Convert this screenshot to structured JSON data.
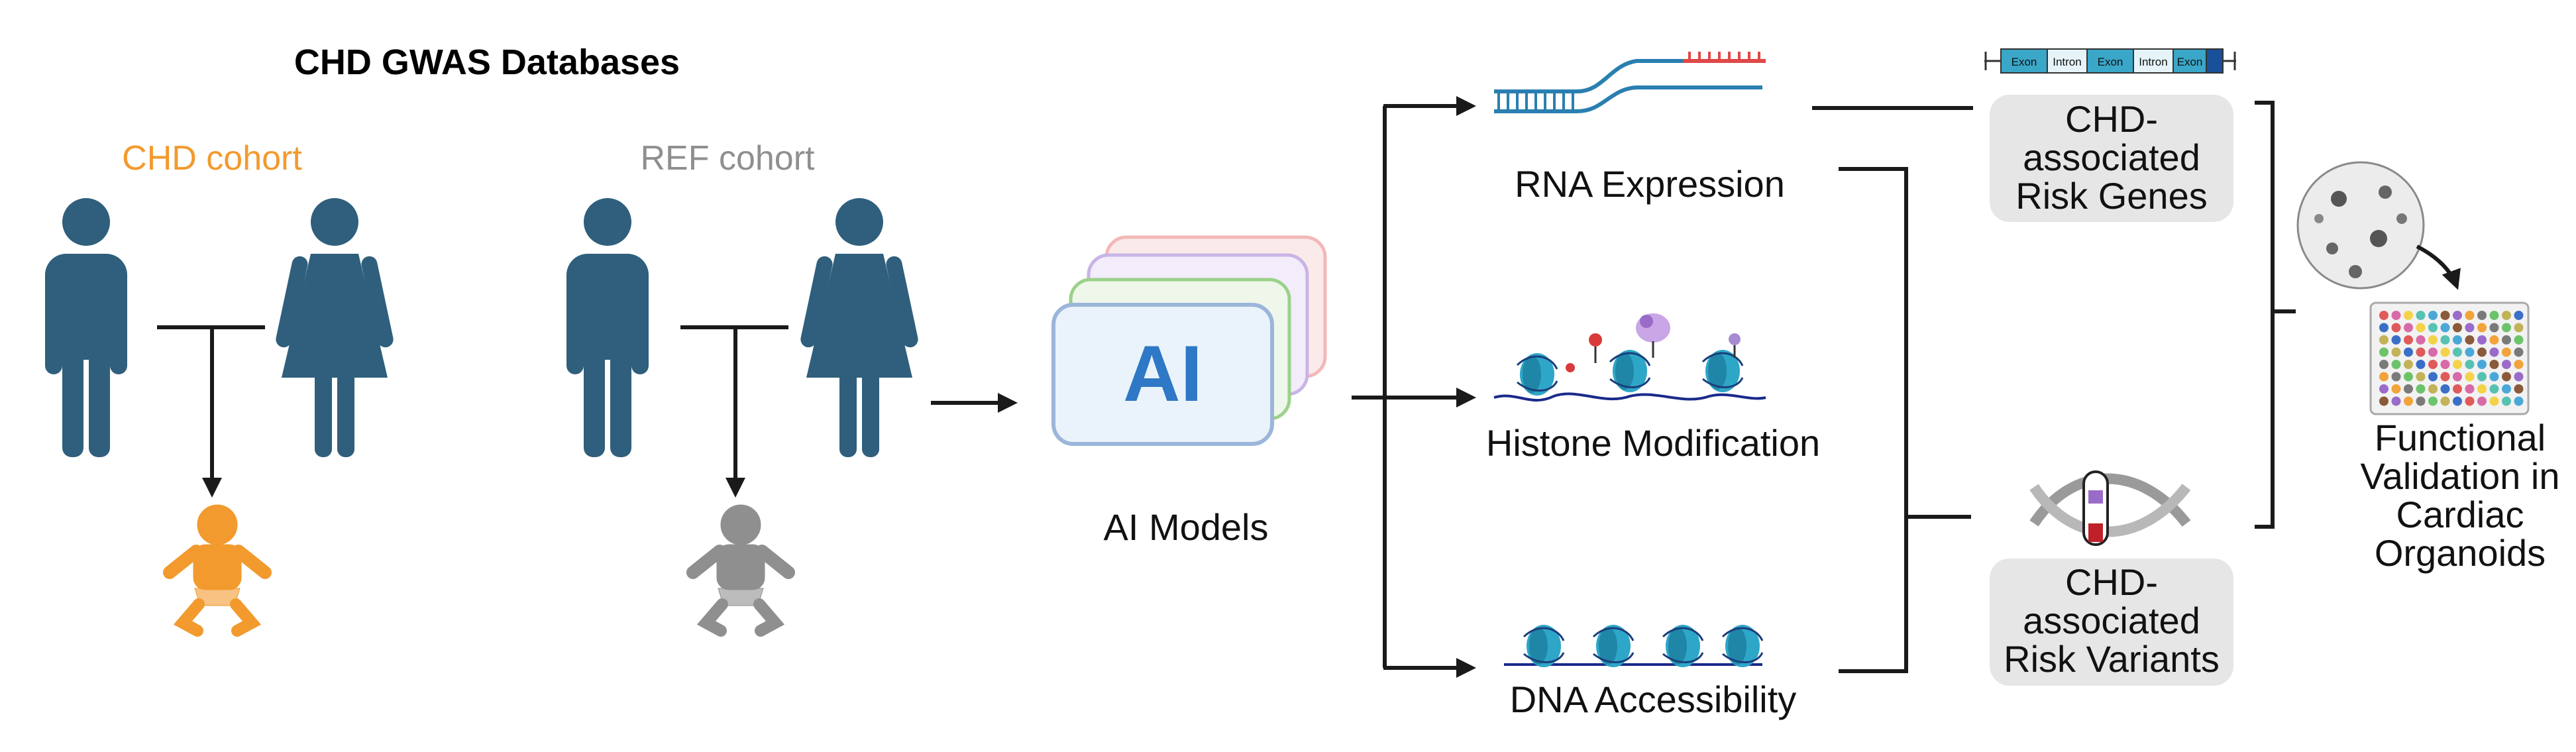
{
  "title": "CHD GWAS Databases",
  "cohorts": {
    "chd_label": "CHD cohort",
    "ref_label": "REF cohort"
  },
  "models": {
    "ai_text": "AI",
    "label": "AI Models"
  },
  "omics": {
    "rna_label": "RNA Expression",
    "histone_label": "Histone Modification",
    "dna_label": "DNA Accessibility"
  },
  "gene_bar": {
    "segments": [
      "Exon",
      "Intron",
      "Exon",
      "Intron",
      "Exon"
    ]
  },
  "results": {
    "genes_label": [
      "CHD-",
      "associated",
      "Risk Genes"
    ],
    "variants_label": [
      "CHD-",
      "associated",
      "Risk Variants"
    ]
  },
  "validation": {
    "label": [
      "Functional",
      "Validation in",
      "Cardiac",
      "Organoids"
    ]
  },
  "colors": {
    "person": "#2f5f7c",
    "chd": "#f29a2e",
    "ref": "#8f8f8f",
    "ai_text": "#2e78c6",
    "nucleosome": "#2ea6c8",
    "rna_blue": "#2a7fb0",
    "rna_red": "#e04848",
    "box": "#e6e6e6"
  }
}
